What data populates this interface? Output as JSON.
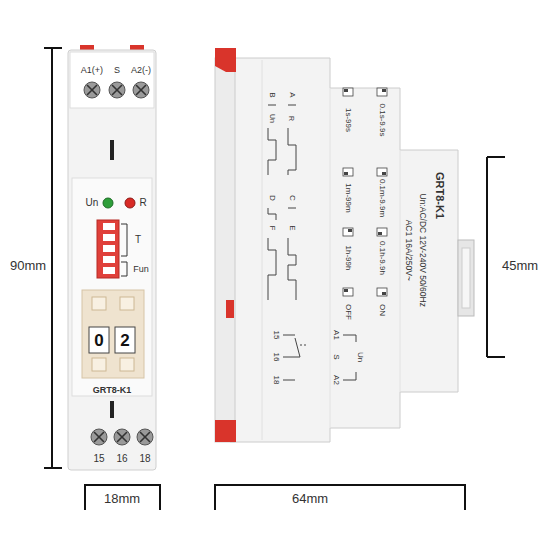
{
  "diagram": {
    "labels": [
      "A1(+)",
      "S",
      "A2(-)",
      "Un",
      "R",
      "T",
      "Fun",
      "0",
      "2",
      "GRT8-K1",
      "15",
      "16",
      "18",
      "90mm",
      "18mm",
      "64mm",
      "45mm",
      "GRT8-K1",
      "Un:AC/DC 12V-240V 50/60Hz",
      "AC1 16A/250V~",
      "1s-99s",
      "0.1s-9.9s",
      "1m-99m",
      "0.1m-9.9m",
      "1h-99h",
      "0.1h-9.9h",
      "OFF",
      "ON",
      "A",
      "B",
      "C",
      "D",
      "E",
      "F",
      "Un",
      "R",
      "15",
      "16",
      "18",
      "A1",
      "S",
      "A2",
      "Un"
    ]
  }
}
